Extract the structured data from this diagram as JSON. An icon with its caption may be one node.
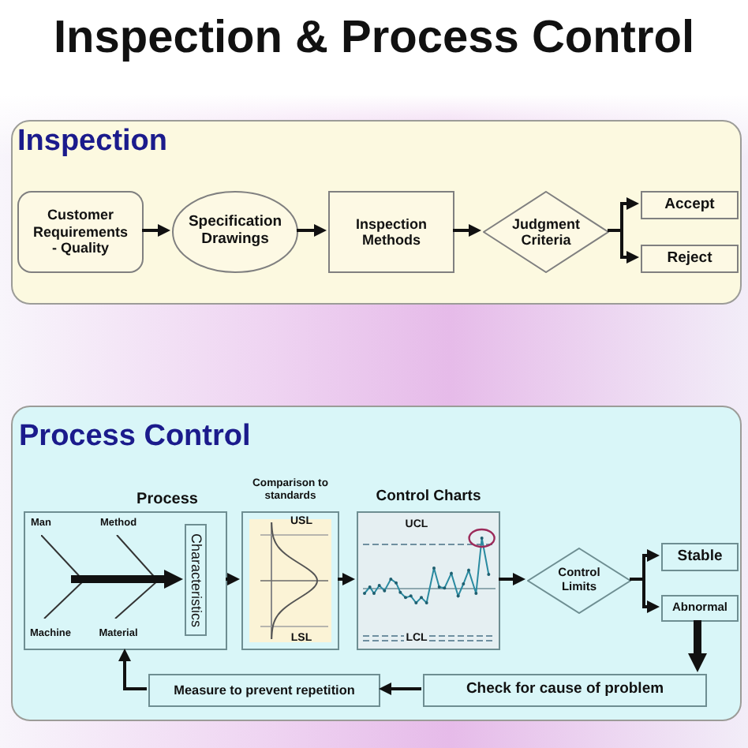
{
  "diagram": {
    "title": "Inspection & Process Control",
    "nodes": [
      {
        "text": [
          "Inspection"
        ]
      },
      {
        "text": [
          "Customer Requirements - Quality"
        ],
        "in": 0
      },
      {
        "text": [
          "Specification Drawings"
        ],
        "in": 0
      },
      {
        "text": [
          "Inspection Methods"
        ],
        "in": 0
      },
      {
        "text": [
          "Judgment Criteria"
        ],
        "in": 0
      },
      {
        "text": [
          "Accept"
        ],
        "in": 0
      },
      {
        "text": [
          "Reject"
        ],
        "in": 0
      },
      {
        "text": [
          "Process Control"
        ]
      },
      {
        "text": [
          "Process",
          "Man",
          "Method",
          "Machine",
          "Material"
        ],
        "in": 7
      },
      {
        "text": [
          "Characteristics"
        ],
        "in": 8
      },
      {
        "text": [
          "Comparison to standards",
          "USL",
          "LSL"
        ],
        "in": 7
      },
      {
        "text": [
          "Control Charts",
          "UCL",
          "LCL"
        ],
        "in": 7
      },
      {
        "text": [
          "Control Limits"
        ],
        "in": 7
      },
      {
        "text": [
          "Stable"
        ],
        "in": 7
      },
      {
        "text": [
          "Abnormal"
        ],
        "in": 7
      },
      {
        "text": [
          "Measure to prevent repetition"
        ],
        "in": 7
      },
      {
        "text": [
          "Check for cause of problem"
        ],
        "in": 7
      }
    ],
    "edges": [
      {
        "from": 1,
        "to": 2,
        "arrow": "to"
      },
      {
        "from": 2,
        "to": 3,
        "arrow": "to"
      },
      {
        "from": 3,
        "to": 4,
        "arrow": "to"
      },
      {
        "from": 4,
        "to": 5,
        "arrow": "to"
      },
      {
        "from": 4,
        "to": 6,
        "arrow": "to"
      },
      {
        "from": null,
        "to": 9,
        "arrow": "to",
        "style": "thick"
      },
      {
        "from": 8,
        "to": 10,
        "arrow": "to"
      },
      {
        "from": 10,
        "to": 11,
        "arrow": "to"
      },
      {
        "from": 11,
        "to": 12,
        "arrow": "to"
      },
      {
        "from": 12,
        "to": 13,
        "arrow": "to"
      },
      {
        "from": 12,
        "to": 14,
        "arrow": "to"
      },
      {
        "from": 14,
        "to": 16,
        "arrow": "to",
        "style": "thick"
      },
      {
        "from": 16,
        "to": 15,
        "arrow": "to"
      },
      {
        "from": 15,
        "to": 8,
        "arrow": "to"
      }
    ]
  }
}
